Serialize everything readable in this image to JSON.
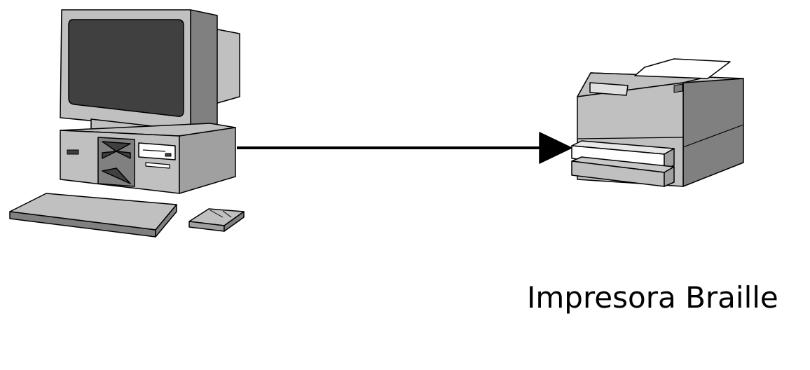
{
  "diagram": {
    "nodes": [
      {
        "id": "computer",
        "icon": "desktop-computer-icon"
      },
      {
        "id": "printer",
        "icon": "printer-icon",
        "label": "Impresora Braille"
      }
    ],
    "edges": [
      {
        "from": "computer",
        "to": "printer",
        "style": "solid-arrow"
      }
    ]
  },
  "colors": {
    "outline": "#000000",
    "light": "#c0c0c0",
    "mid": "#808080",
    "dark": "#404040",
    "paper": "#ffffff"
  }
}
